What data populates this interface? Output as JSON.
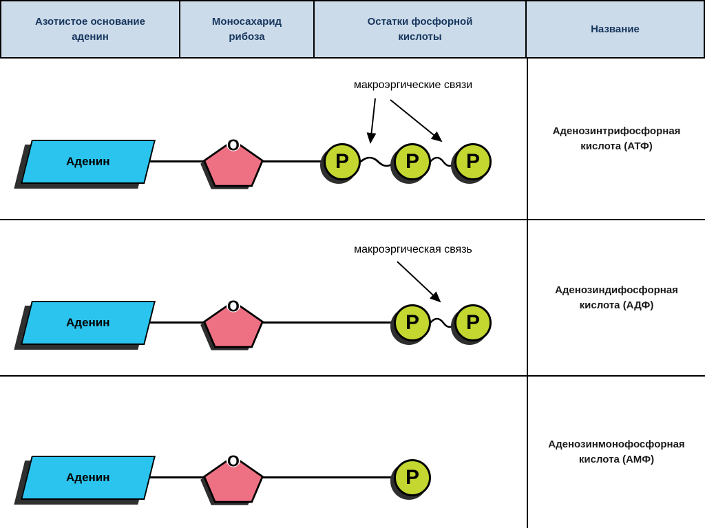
{
  "table": {
    "header": [
      {
        "label": "Азотистое основание\nаденин"
      },
      {
        "label": "Моносахарид\nрибоза"
      },
      {
        "label": "Остатки фосфорной\nкислоты"
      },
      {
        "label": "Название"
      }
    ]
  },
  "rows": [
    {
      "base": "Аденин",
      "sugar_atom": "O",
      "phosphate": "P",
      "phosphate_count": 3,
      "macroergic_bond_count": 2,
      "annotation": "макроэргические связи",
      "name": "Аденозинтрифосфорная кислота (АТФ)"
    },
    {
      "base": "Аденин",
      "sugar_atom": "O",
      "phosphate": "P",
      "phosphate_count": 2,
      "macroergic_bond_count": 1,
      "annotation": "макроэргическая связь",
      "name": "Аденозиндифосфорная кислота (АДФ)"
    },
    {
      "base": "Аденин",
      "sugar_atom": "O",
      "phosphate": "P",
      "phosphate_count": 1,
      "macroergic_bond_count": 0,
      "name": "Аденозинмонофосфорная кислота (АМФ)"
    }
  ],
  "colors": {
    "header_bg": "#cbdbea",
    "header_text": "#17365d",
    "adenine_fill": "#2bc4ee",
    "ribose_fill": "#ee7183",
    "phosphate_fill": "#c3d730",
    "shadow": "#2f2f2f"
  }
}
